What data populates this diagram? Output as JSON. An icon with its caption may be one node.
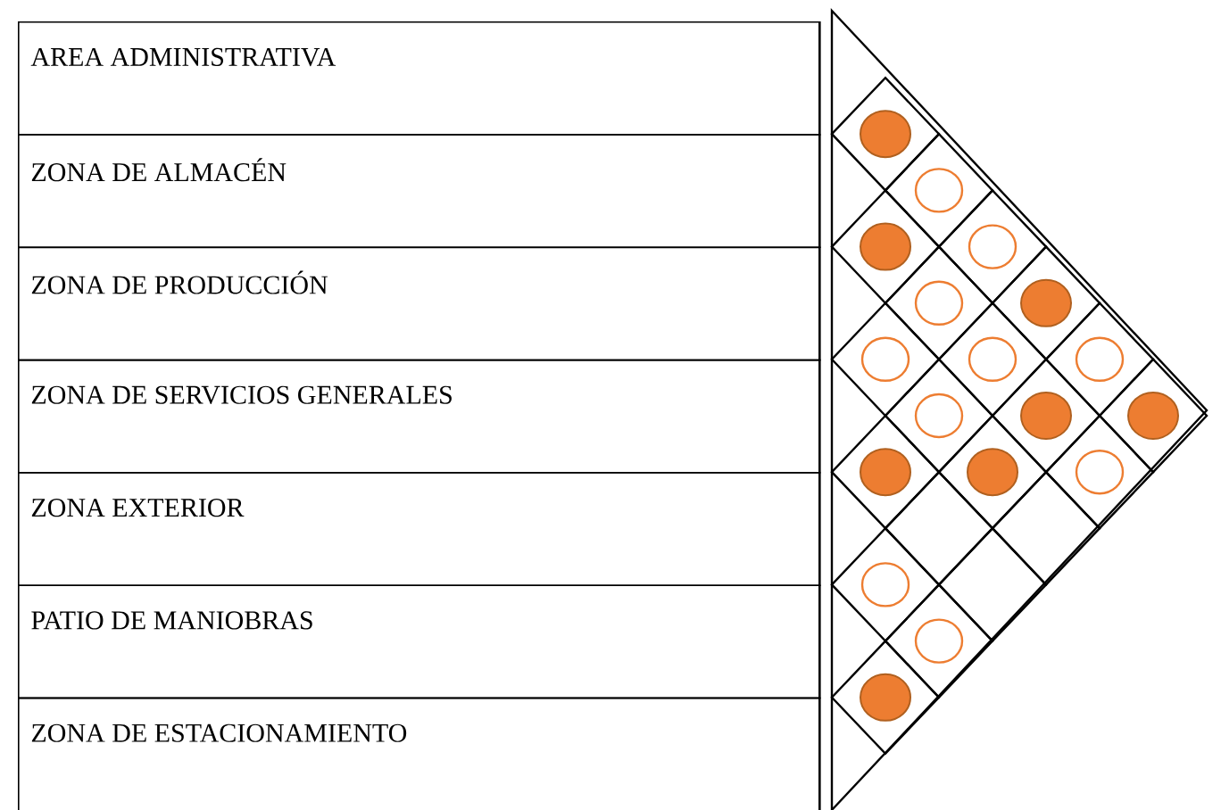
{
  "diagram": {
    "nodes": [
      {
        "text": [
          "AREA ADMINISTRATIVA"
        ]
      },
      {
        "text": [
          "ZONA DE ALMACÉN"
        ]
      },
      {
        "text": [
          "ZONA DE PRODUCCIÓN"
        ]
      },
      {
        "text": [
          "ZONA DE SERVICIOS GENERALES"
        ]
      },
      {
        "text": [
          "ZONA EXTERIOR"
        ]
      },
      {
        "text": [
          "PATIO DE MANIOBRAS"
        ]
      },
      {
        "text": [
          "ZONA DE ESTACIONAMIENTO"
        ]
      }
    ]
  }
}
